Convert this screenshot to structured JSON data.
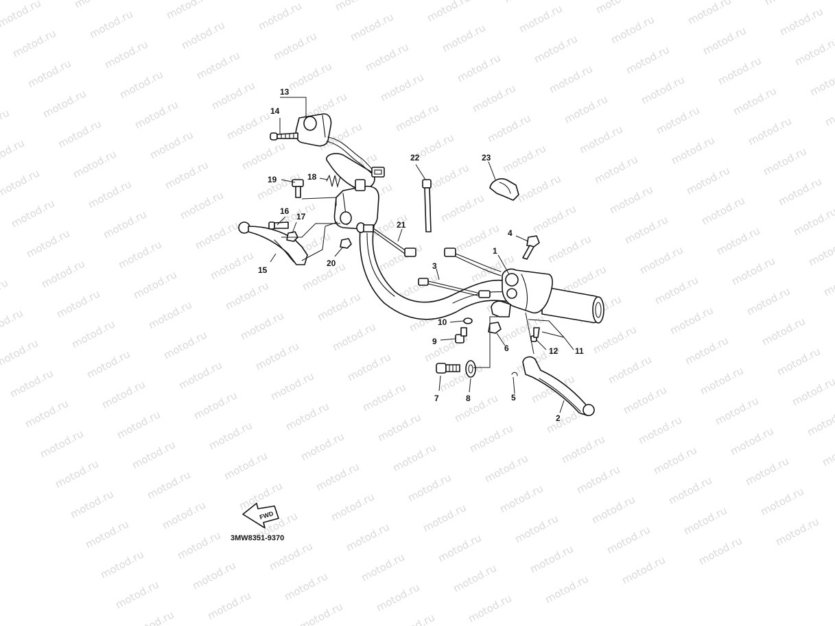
{
  "watermark": {
    "text": "motod.ru",
    "color": "#d9d9d9"
  },
  "diagram": {
    "reference_code": "3MW8351-9370",
    "direction_badge": "FWD",
    "line_color": "#111111",
    "callouts": [
      "1",
      "2",
      "3",
      "4",
      "5",
      "6",
      "7",
      "8",
      "9",
      "10",
      "11",
      "12",
      "13",
      "14",
      "15",
      "16",
      "17",
      "18",
      "19",
      "20",
      "21",
      "22",
      "23"
    ]
  }
}
